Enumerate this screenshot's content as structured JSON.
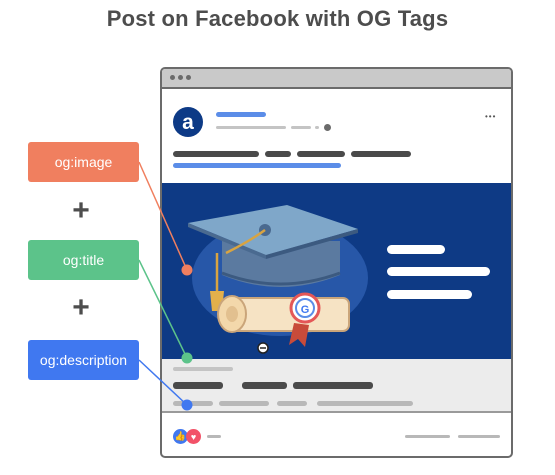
{
  "title": "Post on Facebook with OG Tags",
  "tags": {
    "image": "og:image",
    "title": "og:title",
    "description": "og:description"
  },
  "plus_sign": "+",
  "post": {
    "avatar_letter": "a",
    "more_glyph": "•••",
    "seal_letter": "G"
  },
  "icons": [
    "browser-dots-icon",
    "more-options-icon",
    "graduation-cap-icon",
    "diploma-scroll-icon",
    "zoom-out-icon",
    "like-icon",
    "heart-icon"
  ],
  "colors": {
    "og_image": "#f07f5f",
    "og_title": "#5cc38a",
    "og_description": "#4078f0",
    "banner": "#0e3a85",
    "accent_blue": "#5b8de8"
  }
}
